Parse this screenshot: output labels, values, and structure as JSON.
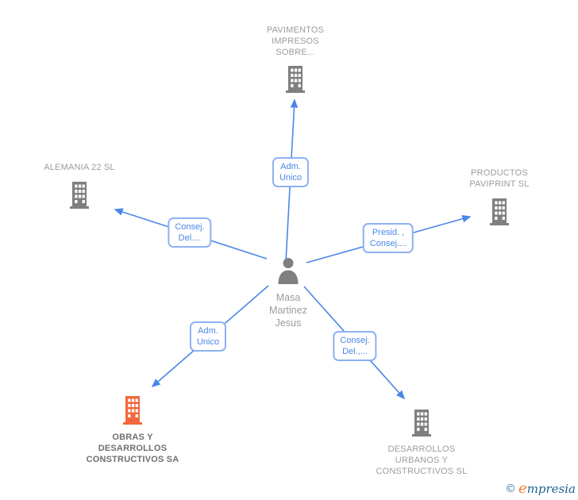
{
  "nodes": {
    "pavimentos": {
      "lines": [
        "PAVIMENTOS",
        "IMPRESOS",
        "SOBRE..."
      ]
    },
    "alemania": {
      "lines": [
        "ALEMANIA 22 SL"
      ]
    },
    "productos": {
      "lines": [
        "PRODUCTOS",
        "PAVIPRINT SL"
      ]
    },
    "person": {
      "lines": [
        "Masa",
        "Martinez",
        "Jesus"
      ]
    },
    "obras": {
      "lines": [
        "OBRAS Y",
        "DESARROLLOS",
        "CONSTRUCTIVOS SA"
      ]
    },
    "urbanos": {
      "lines": [
        "DESARROLLOS",
        "URBANOS Y",
        "CONSTRUCTIVOS SL"
      ]
    }
  },
  "edges": {
    "to_pavimentos": {
      "lines": [
        "Adm.",
        "Unico"
      ]
    },
    "to_alemania": {
      "lines": [
        "Consej.",
        "Del...."
      ]
    },
    "to_productos": {
      "lines": [
        "Presid. ,",
        "Consej...."
      ]
    },
    "to_obras": {
      "lines": [
        "Adm.",
        "Unico"
      ]
    },
    "to_urbanos": {
      "lines": [
        "Consej.",
        "Del.,..."
      ]
    }
  },
  "watermark": {
    "copyright_symbol": "©",
    "brand_initial": "e",
    "brand_rest": "mpresia"
  },
  "colors": {
    "edge_blue": "#4a86e8",
    "box_border_blue": "#8db1f3",
    "building_gray": "#7f7f7f",
    "highlight_orange": "#f2683c",
    "label_gray": "#9c9c9c",
    "label_dark_gray": "#6f6f6f"
  }
}
